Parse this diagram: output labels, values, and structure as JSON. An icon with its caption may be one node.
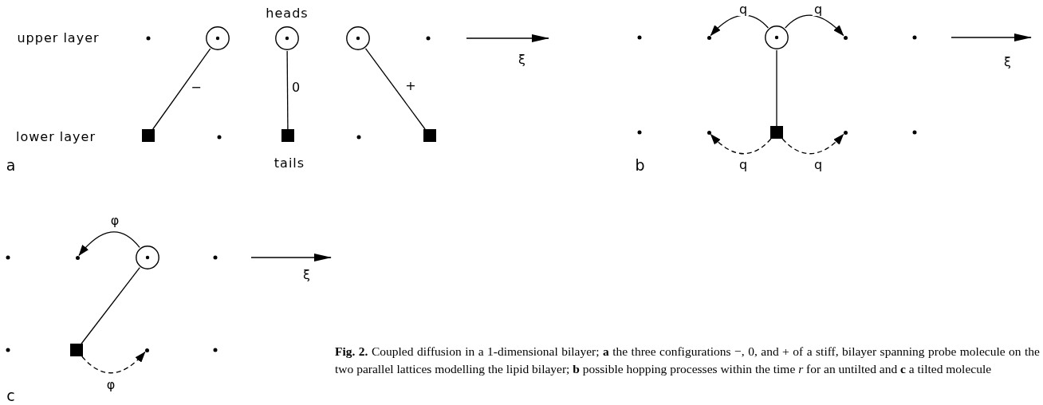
{
  "diagram": {
    "caption": "**Fig. 2.** Coupled diffusion in a 1-dimensional bilayer; **a** the three configurations −, 0, and + of a stiff, bilayer spanning probe molecule on the two parallel lattices modelling the lipid bilayer; **b** possible hopping processes within the time *r* for an untilted and **c** a tilted molecule",
    "nodes": [
      {
        "text": [],
        "shape": "circle"
      },
      {
        "text": [],
        "shape": "box"
      },
      {
        "text": [],
        "shape": "circle"
      },
      {
        "text": [],
        "shape": "box"
      },
      {
        "text": [],
        "shape": "circle"
      },
      {
        "text": [],
        "shape": "box"
      },
      {
        "text": [],
        "shape": "dot"
      },
      {
        "text": [],
        "shape": "circle"
      },
      {
        "text": [],
        "shape": "dot"
      },
      {
        "text": [],
        "shape": "dot"
      },
      {
        "text": [],
        "shape": "box"
      },
      {
        "text": [],
        "shape": "dot"
      },
      {
        "text": [],
        "shape": "dot"
      },
      {
        "text": [],
        "shape": "circle"
      },
      {
        "text": [],
        "shape": "box"
      },
      {
        "text": [],
        "shape": "dot"
      }
    ],
    "edges": [
      {
        "from": 0,
        "to": 1,
        "arrow": "none",
        "label": "−"
      },
      {
        "from": 2,
        "to": 3,
        "arrow": "none",
        "label": "0"
      },
      {
        "from": 4,
        "to": 5,
        "arrow": "none",
        "label": "+"
      },
      {
        "from": 7,
        "to": 6,
        "arrow": "to",
        "label": "q"
      },
      {
        "from": 7,
        "to": 8,
        "arrow": "to",
        "label": "q"
      },
      {
        "from": 7,
        "to": 10,
        "arrow": "none"
      },
      {
        "from": 10,
        "to": 9,
        "arrow": "to",
        "label": "q",
        "style": "dashed"
      },
      {
        "from": 10,
        "to": 11,
        "arrow": "to",
        "label": "q",
        "style": "dashed"
      },
      {
        "from": 13,
        "to": 12,
        "arrow": "to",
        "label": "φ"
      },
      {
        "from": 13,
        "to": 14,
        "arrow": "none"
      },
      {
        "from": 14,
        "to": 15,
        "arrow": "to",
        "label": "φ",
        "style": "dashed"
      }
    ],
    "labels": [
      "heads",
      "upper layer",
      "ξ",
      "ξ",
      "lower layer",
      "a",
      "tails",
      "b",
      "ξ",
      "c"
    ]
  }
}
